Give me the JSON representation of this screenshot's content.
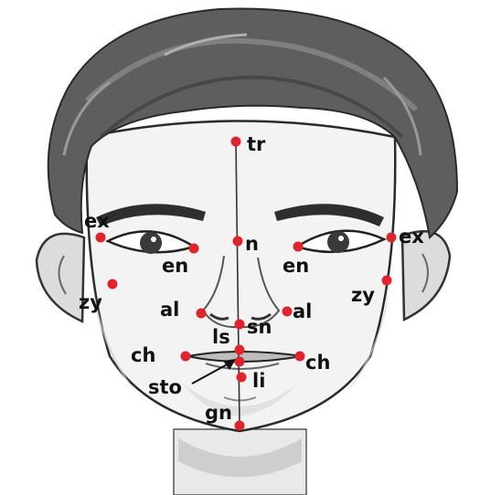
{
  "colors": {
    "landmark": "#e0242b",
    "skin_light": "#f2f2f2",
    "skin_shade": "#c9c9c9",
    "hair_dark": "#3a3a3a",
    "hair_mid": "#6e6e6e",
    "outline": "#2a2a2a",
    "midline": "#333333"
  },
  "landmarks": [
    {
      "id": "tr",
      "label": "tr"
    },
    {
      "id": "n",
      "label": "n"
    },
    {
      "id": "sn",
      "label": "sn"
    },
    {
      "id": "ls",
      "label": "ls"
    },
    {
      "id": "sto",
      "label": "sto"
    },
    {
      "id": "li",
      "label": "li"
    },
    {
      "id": "gn",
      "label": "gn"
    },
    {
      "id": "ex_r",
      "label": "ex"
    },
    {
      "id": "ex_l",
      "label": "ex"
    },
    {
      "id": "en_r",
      "label": "en"
    },
    {
      "id": "en_l",
      "label": "en"
    },
    {
      "id": "zy_r",
      "label": "zy"
    },
    {
      "id": "zy_l",
      "label": "zy"
    },
    {
      "id": "al_r",
      "label": "al"
    },
    {
      "id": "al_l",
      "label": "al"
    },
    {
      "id": "ch_r",
      "label": "ch"
    },
    {
      "id": "ch_l",
      "label": "ch"
    }
  ]
}
